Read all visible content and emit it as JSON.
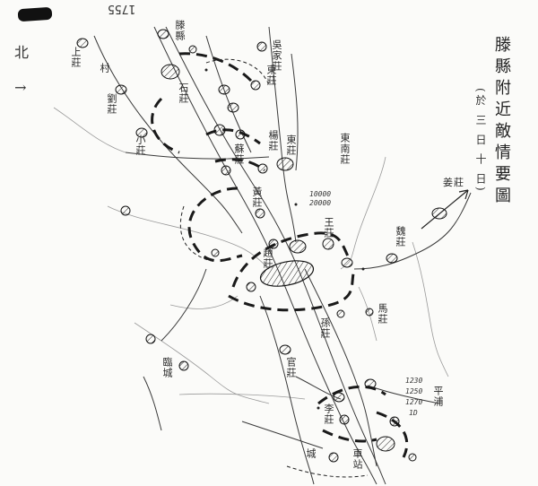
{
  "header": {
    "page_number": "1755",
    "title": "滕縣附近敵情要圖",
    "subtitle": "(於 三 日 十 日)",
    "north": "北 ↑"
  },
  "places": [
    {
      "id": "p01",
      "text": "滕縣"
    },
    {
      "id": "p02",
      "text": "上莊"
    },
    {
      "id": "p03",
      "text": "吳家莊"
    },
    {
      "id": "p04",
      "text": "劉莊"
    },
    {
      "id": "p05",
      "text": "石莊"
    },
    {
      "id": "p06",
      "text": "東莊"
    },
    {
      "id": "p07",
      "text": "小莊"
    },
    {
      "id": "p08",
      "text": "蘇莊"
    },
    {
      "id": "p09",
      "text": "楊莊"
    },
    {
      "id": "p10",
      "text": "東南莊"
    },
    {
      "id": "p11",
      "text": "東莊"
    },
    {
      "id": "p12",
      "text": "黃莊"
    },
    {
      "id": "p13",
      "text": "王莊"
    },
    {
      "id": "p14",
      "text": "魏莊"
    },
    {
      "id": "p15",
      "text": "趙莊"
    },
    {
      "id": "p16",
      "text": "馬莊"
    },
    {
      "id": "p17",
      "text": "孫莊"
    },
    {
      "id": "p18",
      "text": "姜莊"
    },
    {
      "id": "p19",
      "text": "臨城"
    },
    {
      "id": "p20",
      "text": "官莊"
    },
    {
      "id": "p21",
      "text": "李莊"
    },
    {
      "id": "p22",
      "text": "車站"
    },
    {
      "id": "p23",
      "text": "平浦"
    },
    {
      "id": "p24",
      "text": "城"
    },
    {
      "id": "p25",
      "text": "村"
    }
  ],
  "numbers": {
    "n1": "10000",
    "n2": "20000",
    "n3": "1230",
    "n4": "1250",
    "n5": "1270",
    "n6": "1D"
  }
}
